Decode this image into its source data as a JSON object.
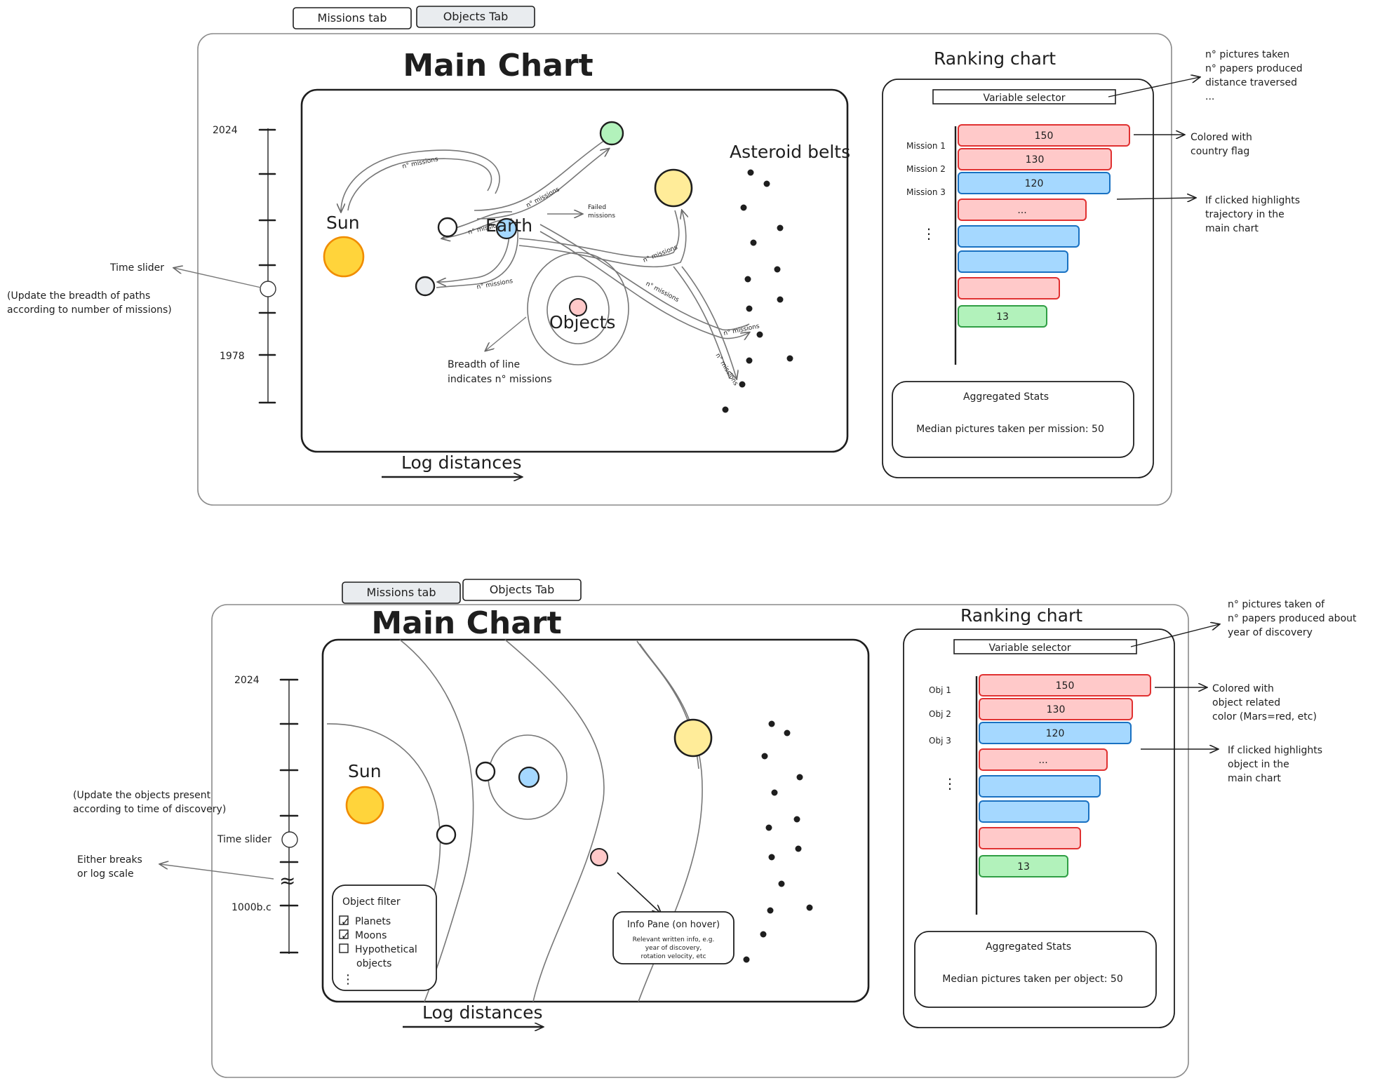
{
  "colors": {
    "red_fill": "#ffc9c9",
    "red_stroke": "#e03131",
    "blue_fill": "#a5d8ff",
    "blue_stroke": "#1971c2",
    "green_fill": "#b2f2bb",
    "green_stroke": "#2f9e44",
    "sun_fill": "#ffd43b",
    "sun_stroke": "#f08c00",
    "yellow_fill": "#ffec99",
    "grey_fill": "#e9ecef"
  },
  "missions": {
    "tabs": [
      "Missions tab",
      "Objects Tab"
    ],
    "active_tab": 0,
    "main_chart_title": "Main Chart",
    "x_axis_label": "Log distances",
    "slider": {
      "top": "2024",
      "bottom": "1978",
      "label": "Time slider"
    },
    "slider_note": [
      "(Update the breadth of paths",
      "according to number of missions)"
    ],
    "labels": {
      "sun": "Sun",
      "earth": "Earth",
      "objects": "Objects",
      "asteroid_belts": "Asteroid belts"
    },
    "path_label": "n° missions",
    "failed_missions": [
      "Failed",
      "missions"
    ],
    "breadth_note": [
      "Breadth of line",
      "indicates n° missions"
    ],
    "ranking": {
      "title": "Ranking chart",
      "selector": "Variable selector",
      "selector_note": [
        "n° pictures taken",
        "n° papers produced",
        "distance traversed",
        "..."
      ],
      "rows": [
        "Mission 1",
        "Mission 2",
        "Mission 3"
      ],
      "more": "⋮",
      "bars": [
        {
          "label": "150",
          "color": "red"
        },
        {
          "label": "130",
          "color": "red"
        },
        {
          "label": "120",
          "color": "blue"
        },
        {
          "label": "...",
          "color": "red"
        },
        {
          "label": "",
          "color": "blue"
        },
        {
          "label": "",
          "color": "blue"
        },
        {
          "label": "",
          "color": "red"
        },
        {
          "label": "13",
          "color": "green"
        }
      ],
      "bar_note": [
        "Colored with",
        "country flag"
      ],
      "click_note": [
        "If clicked highlights",
        "trajectory in the",
        "main chart"
      ],
      "stats_title": "Aggregated Stats",
      "stats_text": "Median pictures taken per mission: 50"
    }
  },
  "objects": {
    "tabs": [
      "Missions tab",
      "Objects Tab"
    ],
    "active_tab": 1,
    "main_chart_title": "Main Chart",
    "x_axis_label": "Log distances",
    "slider": {
      "top": "2024",
      "bottom": "1000b.c",
      "label": "Time slider",
      "break_symbol": "≈"
    },
    "slider_note": [
      "(Update the objects present",
      "according to time of discovery)"
    ],
    "break_note": [
      "Either breaks",
      "or log scale"
    ],
    "labels": {
      "sun": "Sun"
    },
    "filter": {
      "title": "Object filter",
      "items": [
        {
          "label": "Planets",
          "checked": true
        },
        {
          "label": "Moons",
          "checked": true
        },
        {
          "label": "Hypothetical",
          "checked": false
        }
      ],
      "wrap": "objects",
      "more": "⋮"
    },
    "info_pane": {
      "title": "Info Pane (on hover)",
      "lines": [
        "Relevant written info, e.g.",
        "year of discovery,",
        "rotation velocity, etc"
      ]
    },
    "ranking": {
      "title": "Ranking chart",
      "selector": "Variable selector",
      "selector_note": [
        "n° pictures taken of",
        "n° papers produced about",
        "year of discovery"
      ],
      "rows": [
        "Obj 1",
        "Obj 2",
        "Obj 3"
      ],
      "more": "⋮",
      "bars": [
        {
          "label": "150",
          "color": "red"
        },
        {
          "label": "130",
          "color": "red"
        },
        {
          "label": "120",
          "color": "blue"
        },
        {
          "label": "...",
          "color": "red"
        },
        {
          "label": "",
          "color": "blue"
        },
        {
          "label": "",
          "color": "blue"
        },
        {
          "label": "",
          "color": "red"
        },
        {
          "label": "13",
          "color": "green"
        }
      ],
      "bar_note": [
        "Colored with",
        "object related",
        "color (Mars=red, etc)"
      ],
      "click_note": [
        "If clicked highlights",
        "object in the",
        "main chart"
      ],
      "stats_title": "Aggregated Stats",
      "stats_text": "Median pictures taken per object: 50"
    }
  }
}
